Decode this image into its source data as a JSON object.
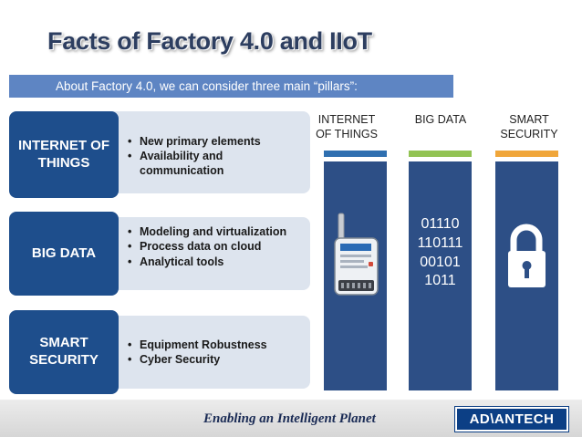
{
  "title": "Facts of Factory 4.0 and IIoT",
  "subtitle": "About Factory 4.0, we can consider three main “pillars”:",
  "pillars": [
    {
      "label": "INTERNET OF THINGS",
      "items": [
        "New primary elements",
        "Availability and communication"
      ]
    },
    {
      "label": "BIG DATA",
      "items": [
        "Modeling and virtualization",
        "Process data on cloud",
        "Analytical tools"
      ]
    },
    {
      "label": "SMART SECURITY",
      "items": [
        "Equipment Robustness",
        "Cyber Security"
      ]
    }
  ],
  "columns": [
    {
      "label": "INTERNET OF THINGS",
      "strip_color": "#2f6fb0",
      "icon": "iot-device-icon"
    },
    {
      "label": "BIG DATA",
      "strip_color": "#92c353",
      "binary": [
        "01110",
        "110111",
        "00101",
        "1011"
      ]
    },
    {
      "label": "SMART SECURITY",
      "strip_color": "#f0a63a",
      "icon": "padlock-icon"
    }
  ],
  "colors": {
    "primary_dark": "#1e4e8c",
    "column_blue": "#2d4f86",
    "subtitle_bar": "#5e85c3",
    "row_bg": "#dde4ee"
  },
  "footer": {
    "tagline": "Enabling an Intelligent Planet",
    "brand": "ADVANTECH",
    "brand_display": "AD\\ANTECH"
  }
}
